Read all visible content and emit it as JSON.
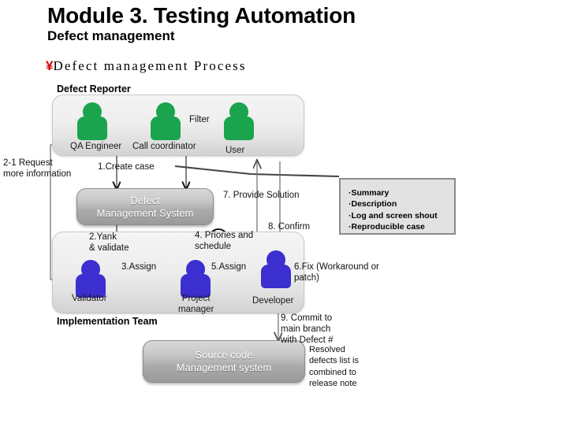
{
  "slide": {
    "title": "Module 3. Testing Automation",
    "subtitle": "Defect management",
    "section_bullet_marker": "¥",
    "section_heading": "Defect management Process",
    "accent_color": "#d00000",
    "reporter_color": "#19a44d",
    "team_color": "#3b2fd0"
  },
  "lanes": [
    {
      "label": "Defect Reporter"
    },
    {
      "label": "Implementation Team"
    }
  ],
  "actors": {
    "reporter": [
      {
        "name": "QA Engineer",
        "icon": "person-icon"
      },
      {
        "name": "Call coordinator",
        "icon": "person-icon"
      },
      {
        "name": "User",
        "icon": "person-icon"
      }
    ],
    "team": [
      {
        "name": "Validator",
        "icon": "person-icon"
      },
      {
        "name": "Project\nmanager",
        "icon": "person-icon"
      },
      {
        "name": "Developer",
        "icon": "person-icon"
      }
    ]
  },
  "systems": [
    {
      "name": "Defect\nManagement System"
    },
    {
      "name": "Source code\nManagement system"
    }
  ],
  "flows": [
    {
      "id": "filter",
      "label": "Filter"
    },
    {
      "id": "step1",
      "label": "1.Create case"
    },
    {
      "id": "step21",
      "label": "2-1 Request\nmore information"
    },
    {
      "id": "step2",
      "label": "2.Yank\n& validate"
    },
    {
      "id": "step3",
      "label": "3.Assign"
    },
    {
      "id": "step4",
      "label": "4. Priories and\nschedule"
    },
    {
      "id": "step5",
      "label": "5.Assign"
    },
    {
      "id": "step6",
      "label": "6.Fix (Workaround or\npatch)"
    },
    {
      "id": "step7",
      "label": "7. Provide Solution"
    },
    {
      "id": "step8",
      "label": "8. Confirm"
    },
    {
      "id": "step9",
      "label": "9. Commit to\nmain branch\nwith Defect #"
    }
  ],
  "defect_fields": {
    "items": [
      "·Summary",
      "·Description",
      "·Log and screen shout",
      "·Reproducible case"
    ]
  },
  "release_note": "Resolved\ndefects list is\ncombined to\nrelease note"
}
